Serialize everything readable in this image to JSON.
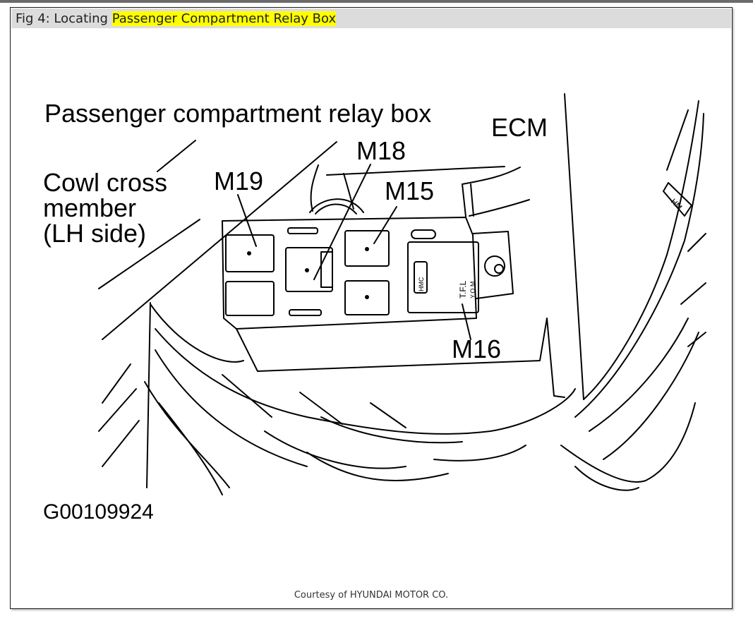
{
  "caption": {
    "prefix": "Fig 4: Locating ",
    "highlight": "Passenger Compartment Relay Box",
    "highlight_color": "#ffff00"
  },
  "labels": {
    "relay_box": "Passenger compartment relay box",
    "ecm": "ECM",
    "m18": "M18",
    "m19": "M19",
    "m15": "M15",
    "m16": "M16",
    "cowl_line1": "Cowl cross",
    "cowl_line2": "member",
    "cowl_line3": "(LH side)",
    "figure_id": "G00109924",
    "hm_tag": "HM",
    "hmc_tag": "HMC",
    "relay_tag": "T.F.L",
    "relay_tag2": "Y.O.M"
  },
  "courtesy": "Courtesy of HYUNDAI MOTOR CO."
}
